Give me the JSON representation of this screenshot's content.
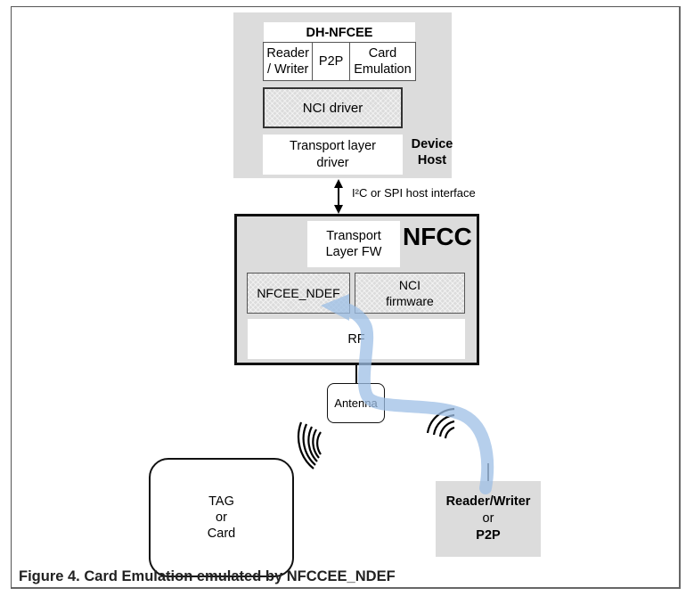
{
  "device_host": {
    "title": "DH-NFCEE",
    "modes": [
      "Reader / Writer",
      "P2P",
      "Card Emulation"
    ],
    "nci_driver": "NCI driver",
    "transport_driver": "Transport layer driver",
    "label_line1": "Device",
    "label_line2": "Host"
  },
  "interface": {
    "label": "I²C or SPI host interface"
  },
  "nfcc": {
    "title": "NFCC",
    "transport_fw_line1": "Transport",
    "transport_fw_line2": "Layer FW",
    "nfcee_ndef": "NFCEE_NDEF",
    "nci_fw_line1": "NCI",
    "nci_fw_line2": "firmware",
    "rf": "RF"
  },
  "antenna": {
    "label": "Antenna"
  },
  "tag": {
    "line1": "TAG",
    "line2": "or",
    "line3": "Card"
  },
  "reader_writer": {
    "line1": "Reader/Writer",
    "line2": "or",
    "line3": "P2P"
  },
  "colors": {
    "flow_arrow": "#9dbfe6",
    "block_gray": "#dcdcdc"
  },
  "caption": "Figure 4.  Card Emulation emulated by NFCCEE_NDEF"
}
